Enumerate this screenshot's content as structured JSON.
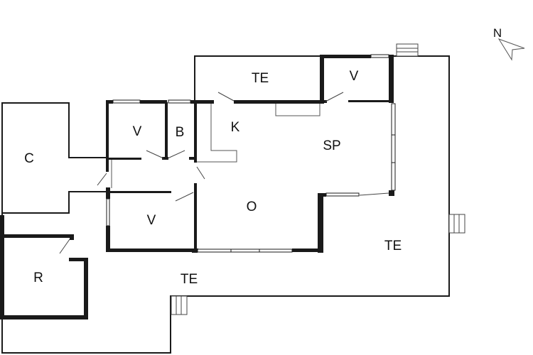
{
  "compass": {
    "label": "N",
    "icon": "north-arrow-icon"
  },
  "rooms": {
    "terrace_top": {
      "label": "TE"
    },
    "bedroom_top_right": {
      "label": "V"
    },
    "bedroom_left": {
      "label": "V"
    },
    "bathroom": {
      "label": "B"
    },
    "kitchen": {
      "label": "K"
    },
    "dining": {
      "label": "SP"
    },
    "carport": {
      "label": "C"
    },
    "bedroom_lower": {
      "label": "V"
    },
    "living": {
      "label": "O"
    },
    "terrace_right": {
      "label": "TE"
    },
    "storage": {
      "label": "R"
    },
    "terrace_bottom": {
      "label": "TE"
    }
  },
  "colors": {
    "wall": "#1a1a1a",
    "background": "#ffffff",
    "line": "#444444"
  }
}
